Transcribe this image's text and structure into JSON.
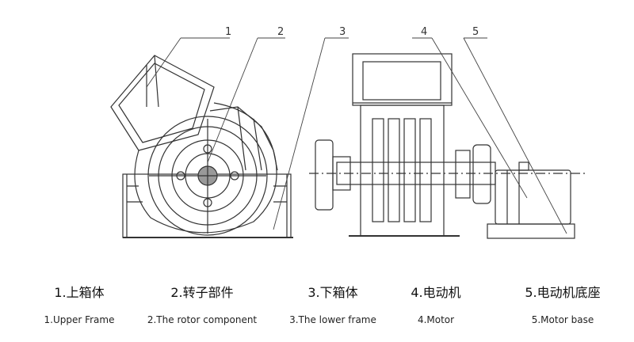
{
  "callouts": [
    "1",
    "2",
    "3",
    "4",
    "5"
  ],
  "legend": [
    {
      "cn": "1.上箱体",
      "en": "1.Upper Frame"
    },
    {
      "cn": "2.转子部件",
      "en": "2.The rotor component"
    },
    {
      "cn": "3.下箱体",
      "en": "3.The lower frame"
    },
    {
      "cn": "4.电动机",
      "en": "4.Motor"
    },
    {
      "cn": "5.电动机底座",
      "en": "5.Motor base"
    }
  ]
}
